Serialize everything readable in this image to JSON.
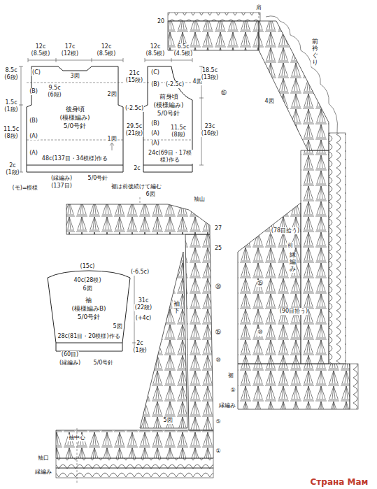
{
  "diagram": {
    "nodes": [
      {
        "text": [
          "後身頃",
          "(模様編み)",
          "5/0号針"
        ]
      },
      {
        "text": [
          "前身頃",
          "(模様編み)",
          "5/0号針"
        ]
      },
      {
        "text": [
          "袖",
          "(模様編みB)",
          "5/0号針"
        ]
      }
    ],
    "labels": [
      "12c",
      "(8.5模)",
      "17c",
      "(12模)",
      "12c",
      "(8.5模)",
      "8.5c",
      "(6段)",
      "(C)",
      "3図",
      "9.5c",
      "(6段)",
      "(B)",
      "2図",
      "(-2.5c)",
      "1.5c",
      "(1段)",
      "(B)",
      "11.5c",
      "(8段)",
      "(A)",
      "(A)",
      "1図",
      "48c(137目・34模様)作る",
      "2c",
      "(1段)",
      "(縁編み)",
      "5/0号針",
      "(137目)",
      "(モ)=模様",
      "裾は前後続けて編む",
      "12c",
      "(8.5模)",
      "6.5c",
      "(4.5模)",
      "(C)",
      "4図",
      "(B)",
      "(-2.5c)",
      "(B)",
      "(A)",
      "(A)",
      "21c",
      "(15段)",
      "29.5c",
      "(21段)",
      "2c",
      "18.5c",
      "(13段)",
      "23c",
      "(16段)",
      "11.5c",
      "(8段)",
      "24c(69目・17模様)作る",
      "(15c)",
      "(-6.5c)",
      "40c(28模)",
      "6図",
      "5図",
      "31c",
      "(22段)",
      "(+4c)",
      "28c(81目・20模様)作る",
      "2c",
      "(1段)",
      "(60目)",
      "(縁編み)",
      "5/0号針",
      "肩",
      "20",
      "前衿ぐり",
      "4図",
      "⑮",
      "(78目拾う)",
      "前",
      "縁編み",
      "⑮",
      "(90目拾う)",
      "⑩",
      "裾",
      "縁編み",
      "①",
      "6図",
      "袖山",
      "27",
      "25",
      "⑳",
      "袖下",
      "⑮",
      "⑩",
      "5図",
      "⑤",
      "①",
      "袖中心",
      "袖口",
      "縁編み",
      "Страна Мам"
    ]
  }
}
